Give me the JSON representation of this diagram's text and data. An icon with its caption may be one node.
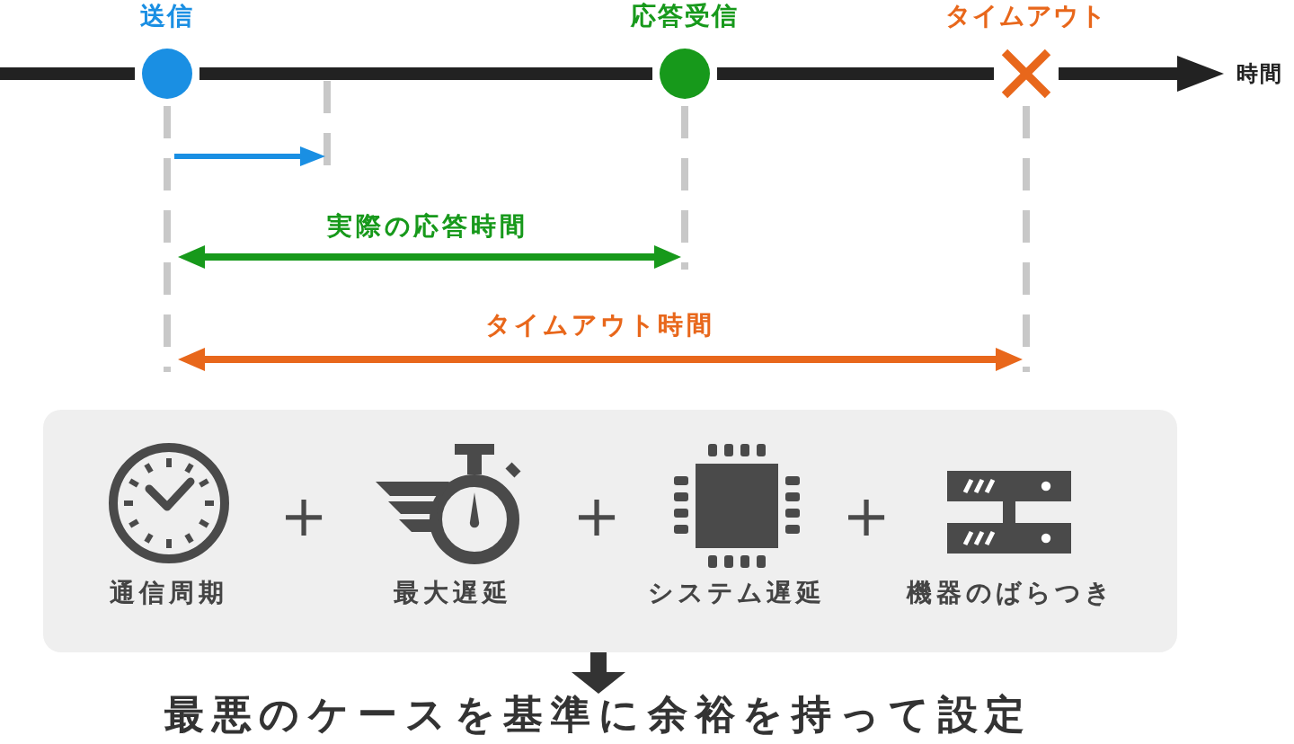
{
  "diagram": {
    "nodes": [
      {
        "text": [
          "送信"
        ]
      },
      {
        "text": [
          "応答受信"
        ]
      },
      {
        "text": [
          "タイムアウト"
        ]
      },
      {
        "text": [],
        "shape": "box"
      },
      {
        "text": [
          "通信周期"
        ],
        "in": 3
      },
      {
        "text": [
          "最大遅延"
        ],
        "in": 3
      },
      {
        "text": [
          "システム遅延"
        ],
        "in": 3
      },
      {
        "text": [
          "機器のばらつき"
        ],
        "in": 3
      },
      {
        "text": [
          "最悪のケースを基準に余裕を持って設定"
        ]
      }
    ],
    "edges": [
      {
        "from": 3,
        "to": 8,
        "arrow": "to"
      }
    ],
    "labels": [
      "時間",
      "実際の応答時間",
      "タイムアウト時間",
      "+",
      "+",
      "+"
    ]
  }
}
